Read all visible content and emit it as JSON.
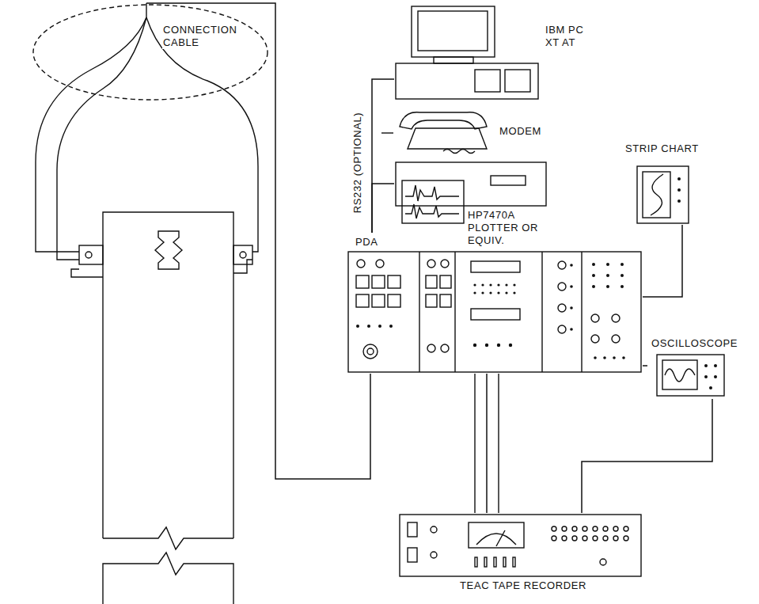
{
  "diagram": {
    "nodes": [
      {
        "text": [
          "CONNECTION CABLE"
        ]
      },
      {
        "text": [
          "IBM PC XT AT"
        ]
      },
      {
        "text": [
          "MODEM"
        ]
      },
      {
        "text": [
          "HP7470A PLOTTER OR EQUIV."
        ]
      },
      {
        "text": [
          "STRIP CHART"
        ]
      },
      {
        "text": [
          "PDA"
        ]
      },
      {
        "text": [
          "OSCILLOSCOPE"
        ]
      },
      {
        "text": [
          "TEAC TAPE RECORDER"
        ]
      }
    ],
    "edges": [
      {
        "from": 0,
        "to": 5,
        "arrow": "none"
      },
      {
        "from": 1,
        "to": 5,
        "label": "RS232 (OPTIONAL)",
        "arrow": "none"
      },
      {
        "from": 3,
        "to": 5,
        "arrow": "none"
      },
      {
        "from": 5,
        "to": 4,
        "arrow": "none"
      },
      {
        "from": 5,
        "to": 6,
        "arrow": "none"
      },
      {
        "from": 5,
        "to": 7,
        "arrow": "none"
      },
      {
        "from": 6,
        "to": 7,
        "arrow": "none"
      }
    ]
  }
}
